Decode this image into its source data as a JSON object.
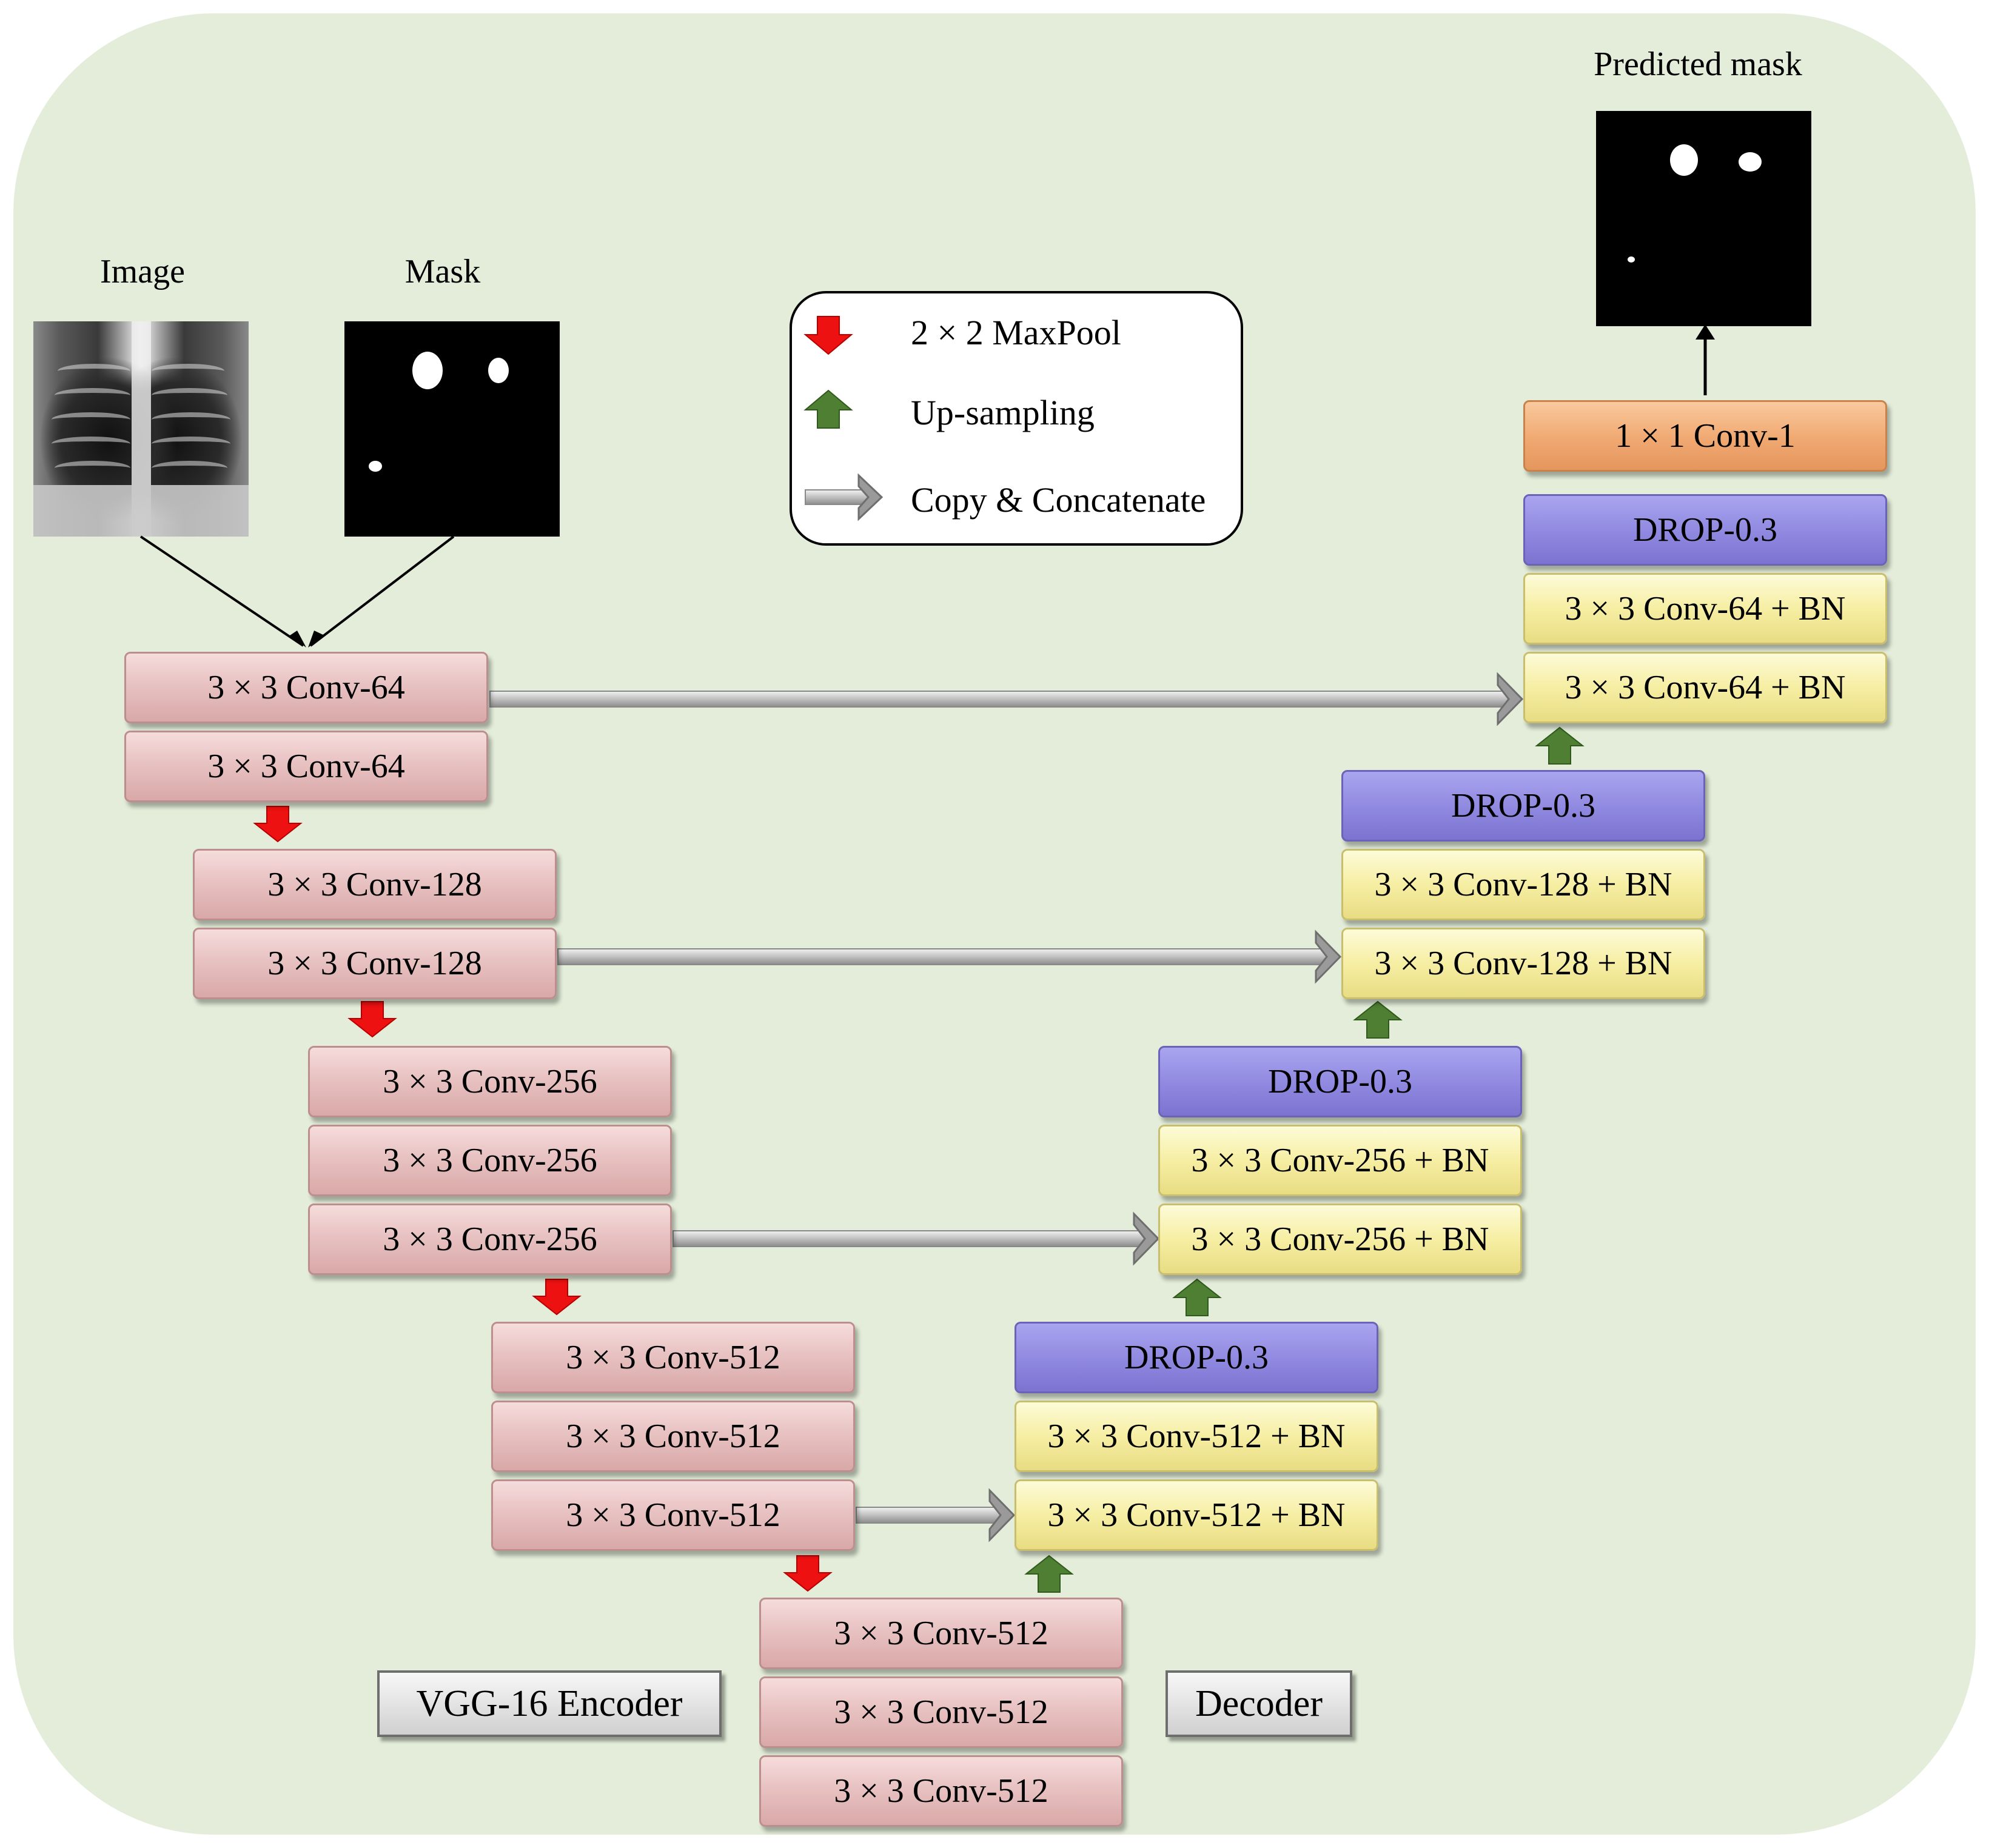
{
  "labels": {
    "image": "Image",
    "mask": "Mask",
    "predicted_mask": "Predicted mask"
  },
  "legend": {
    "maxpool": "2 × 2 MaxPool",
    "upsampling": "Up-sampling",
    "copy": "Copy & Concatenate"
  },
  "encoder": {
    "stage1": [
      "3 × 3 Conv-64",
      "3 × 3 Conv-64"
    ],
    "stage2": [
      "3 × 3 Conv-128",
      "3 × 3 Conv-128"
    ],
    "stage3": [
      "3 × 3 Conv-256",
      "3 × 3 Conv-256",
      "3 × 3 Conv-256"
    ],
    "stage4": [
      "3 × 3 Conv-512",
      "3 × 3 Conv-512",
      "3 × 3 Conv-512"
    ],
    "bottleneck": [
      "3 × 3 Conv-512",
      "3 × 3 Conv-512",
      "3 × 3 Conv-512"
    ]
  },
  "decoder": {
    "stage4": [
      "DROP-0.3",
      "3 × 3 Conv-512 + BN",
      "3 × 3 Conv-512 + BN"
    ],
    "stage3": [
      "DROP-0.3",
      "3 × 3 Conv-256 + BN",
      "3 × 3 Conv-256 + BN"
    ],
    "stage2": [
      "DROP-0.3",
      "3 × 3 Conv-128 + BN",
      "3 × 3 Conv-128 + BN"
    ],
    "stage1": [
      "1 × 1 Conv-1",
      "DROP-0.3",
      "3 × 3 Conv-64 + BN",
      "3 × 3 Conv-64 + BN"
    ]
  },
  "tags": {
    "encoder": "VGG-16 Encoder",
    "decoder": "Decoder"
  },
  "colors": {
    "background_panel": "#e3edd9",
    "encoder_block": "#e8c2c2",
    "decoder_block": "#f6eea3",
    "dropout_block": "#8f88e0",
    "output_block": "#f0a871",
    "maxpool_arrow": "#ee1111",
    "upsample_arrow": "#4e7f33",
    "skip_arrow": "#bdbdbd"
  }
}
